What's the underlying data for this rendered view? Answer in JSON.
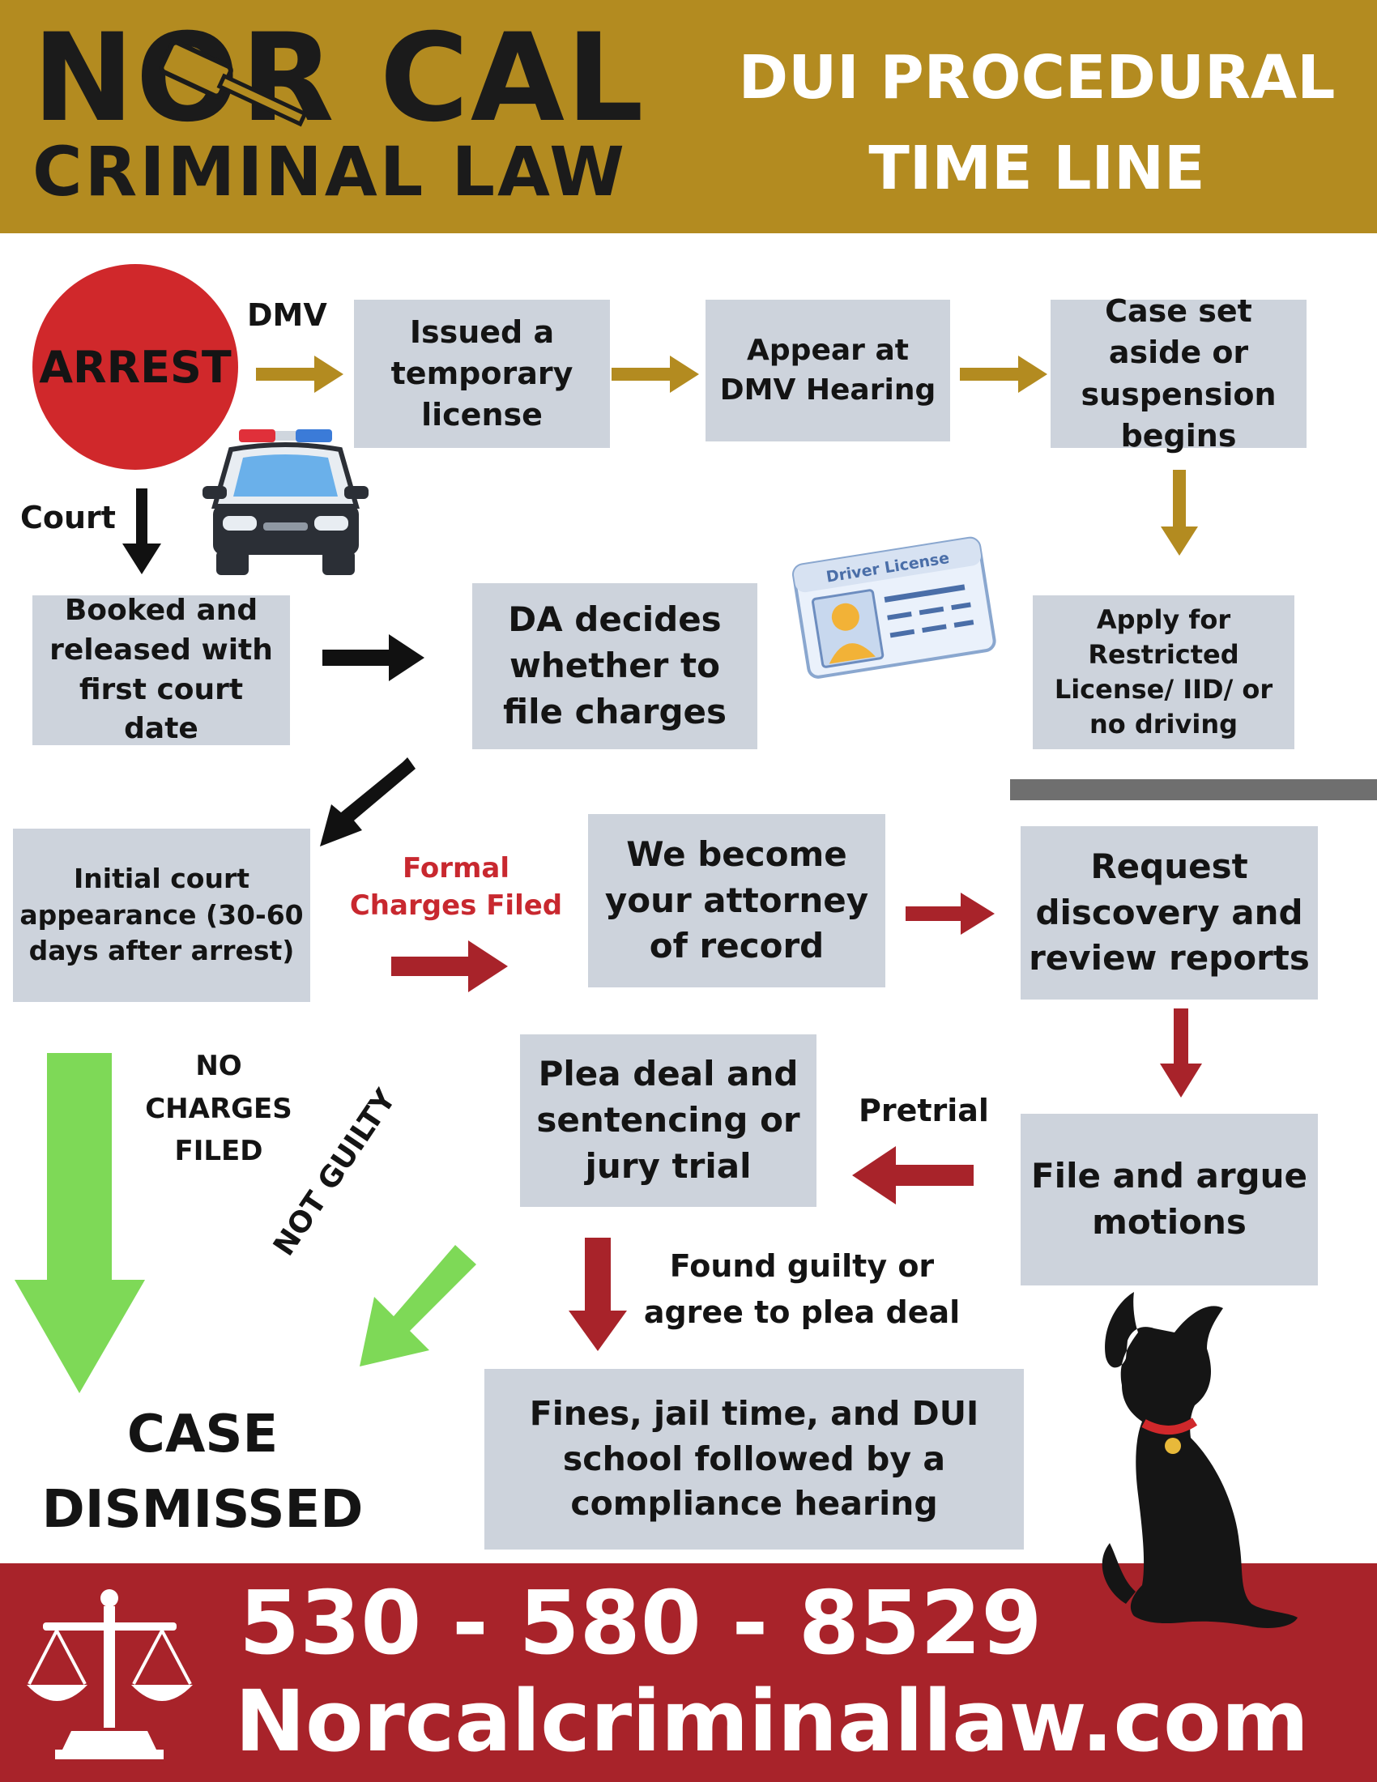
{
  "header": {
    "logo_line1": "NOR CAL",
    "logo_line2": "CRIMINAL LAW",
    "title": "DUI PROCEDURAL TIME LINE"
  },
  "nodes": {
    "arrest": "ARREST",
    "temp_license": "Issued a temporary license",
    "dmv_hearing": "Appear at DMV Hearing",
    "case_aside": "Case set aside or suspension begins",
    "restricted": "Apply for Restricted License/ IID/ or no driving",
    "booked": "Booked and released with first court date",
    "da_decides": "DA decides whether to file charges",
    "initial": "Initial court appearance (30-60 days after arrest)",
    "attorney": "We become your attorney of record",
    "discovery": "Request discovery and review reports",
    "motions": "File and argue motions",
    "plea": "Plea deal and sentencing or jury trial",
    "fines": "Fines, jail time, and DUI school followed by a compliance hearing",
    "dismissed": "CASE DISMISSED"
  },
  "labels": {
    "dmv": "DMV",
    "court": "Court",
    "formal_charges": "Formal Charges Filed",
    "no_charges": "NO CHARGES FILED",
    "not_guilty": "NOT GUILTY",
    "pretrial": "Pretrial",
    "found_guilty": "Found guilty or agree to plea deal",
    "license_card": "Driver License"
  },
  "footer": {
    "phone": "530 - 580 - 8529",
    "website": "Norcalcriminallaw.com"
  },
  "colors": {
    "gold": "#b38b20",
    "red": "#a8232a",
    "arrest_red": "#d0282b",
    "green": "#7ed957",
    "box": "#cdd3dc"
  },
  "icons": [
    "police-car-icon",
    "driver-license-icon",
    "gavel-icon",
    "scales-of-justice-icon",
    "dog-silhouette-icon"
  ]
}
